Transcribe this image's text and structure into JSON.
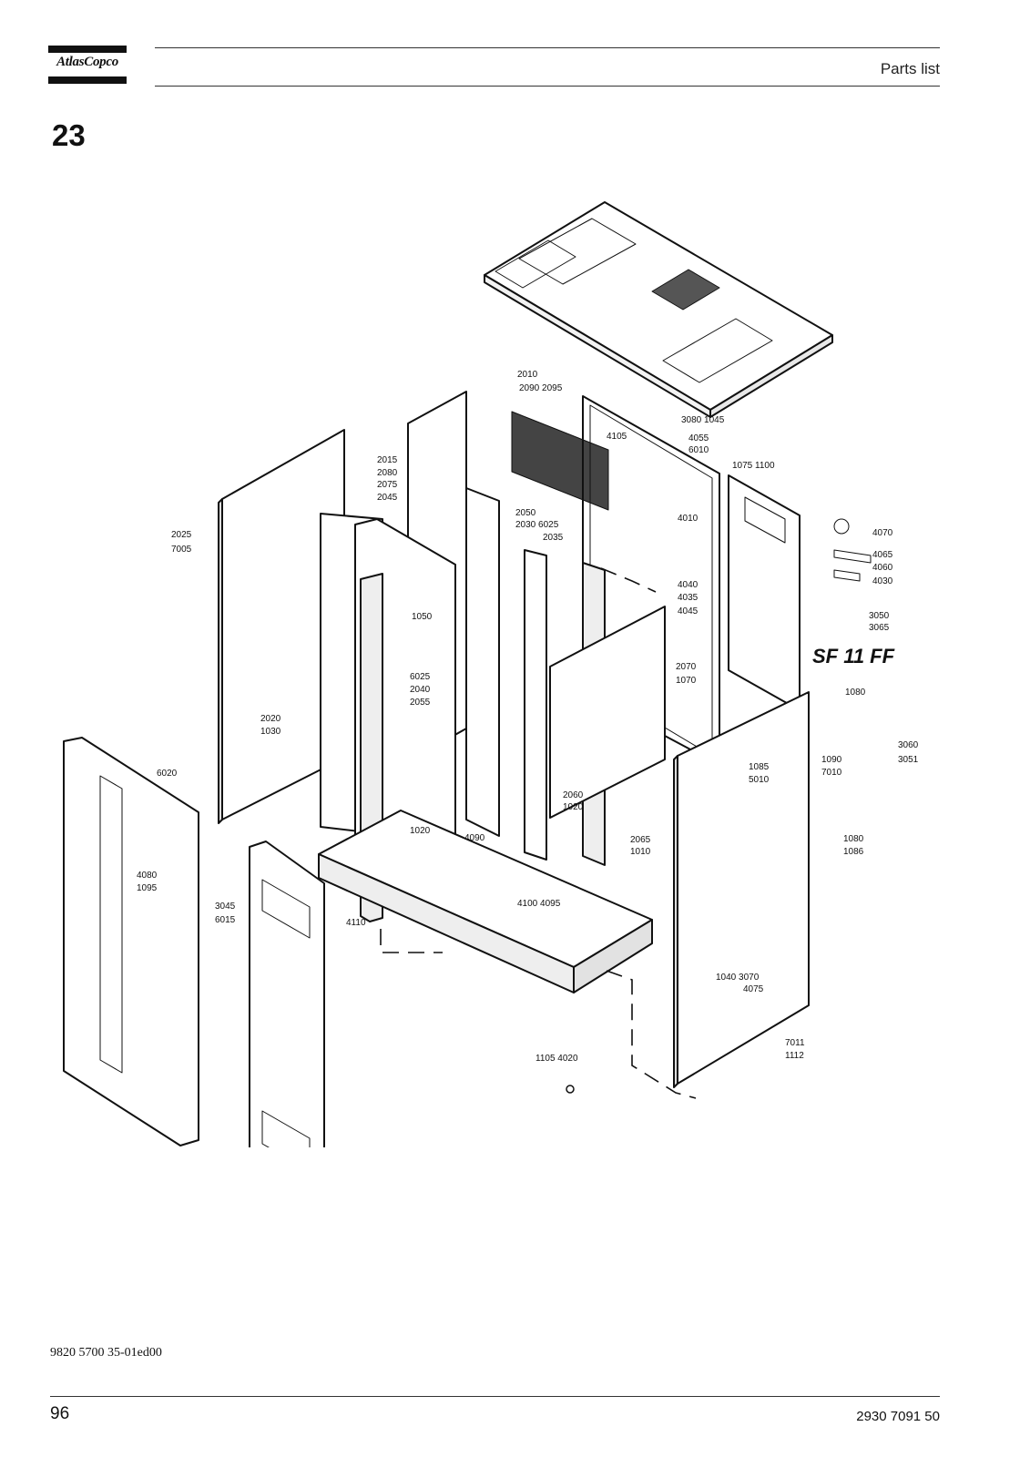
{
  "header": {
    "logo_text": "AtlasCopco",
    "title": "Parts list"
  },
  "section_number": "23",
  "drawing": {
    "decal_text": "SF 11 FF",
    "callouts": [
      "2010",
      "2090 2095",
      "3080 1045",
      "4105",
      "4055",
      "6010",
      "2015",
      "2080",
      "2075",
      "2045",
      "1075 1100",
      "2025",
      "7005",
      "2050",
      "2030 6025",
      "2035",
      "4010",
      "4070",
      "4065",
      "4060",
      "4030",
      "4040",
      "4035",
      "4045",
      "3050",
      "3065",
      "1050",
      "6025",
      "2040",
      "2055",
      "2070",
      "1070",
      "1080",
      "2020",
      "1030",
      "3060",
      "3051",
      "1090",
      "7010",
      "1085",
      "5010",
      "6020",
      "2060",
      "1020",
      "1020",
      "4090",
      "2065",
      "1010",
      "1080",
      "1086",
      "4080",
      "1095",
      "4100 4095",
      "3045",
      "6015",
      "4110",
      "1040 3070",
      "4075",
      "7011",
      "1112",
      "1105 4020"
    ]
  },
  "footer": {
    "doc_code": "9820 5700 35-01ed00",
    "page_number": "96",
    "part_number": "2930 7091 50"
  }
}
